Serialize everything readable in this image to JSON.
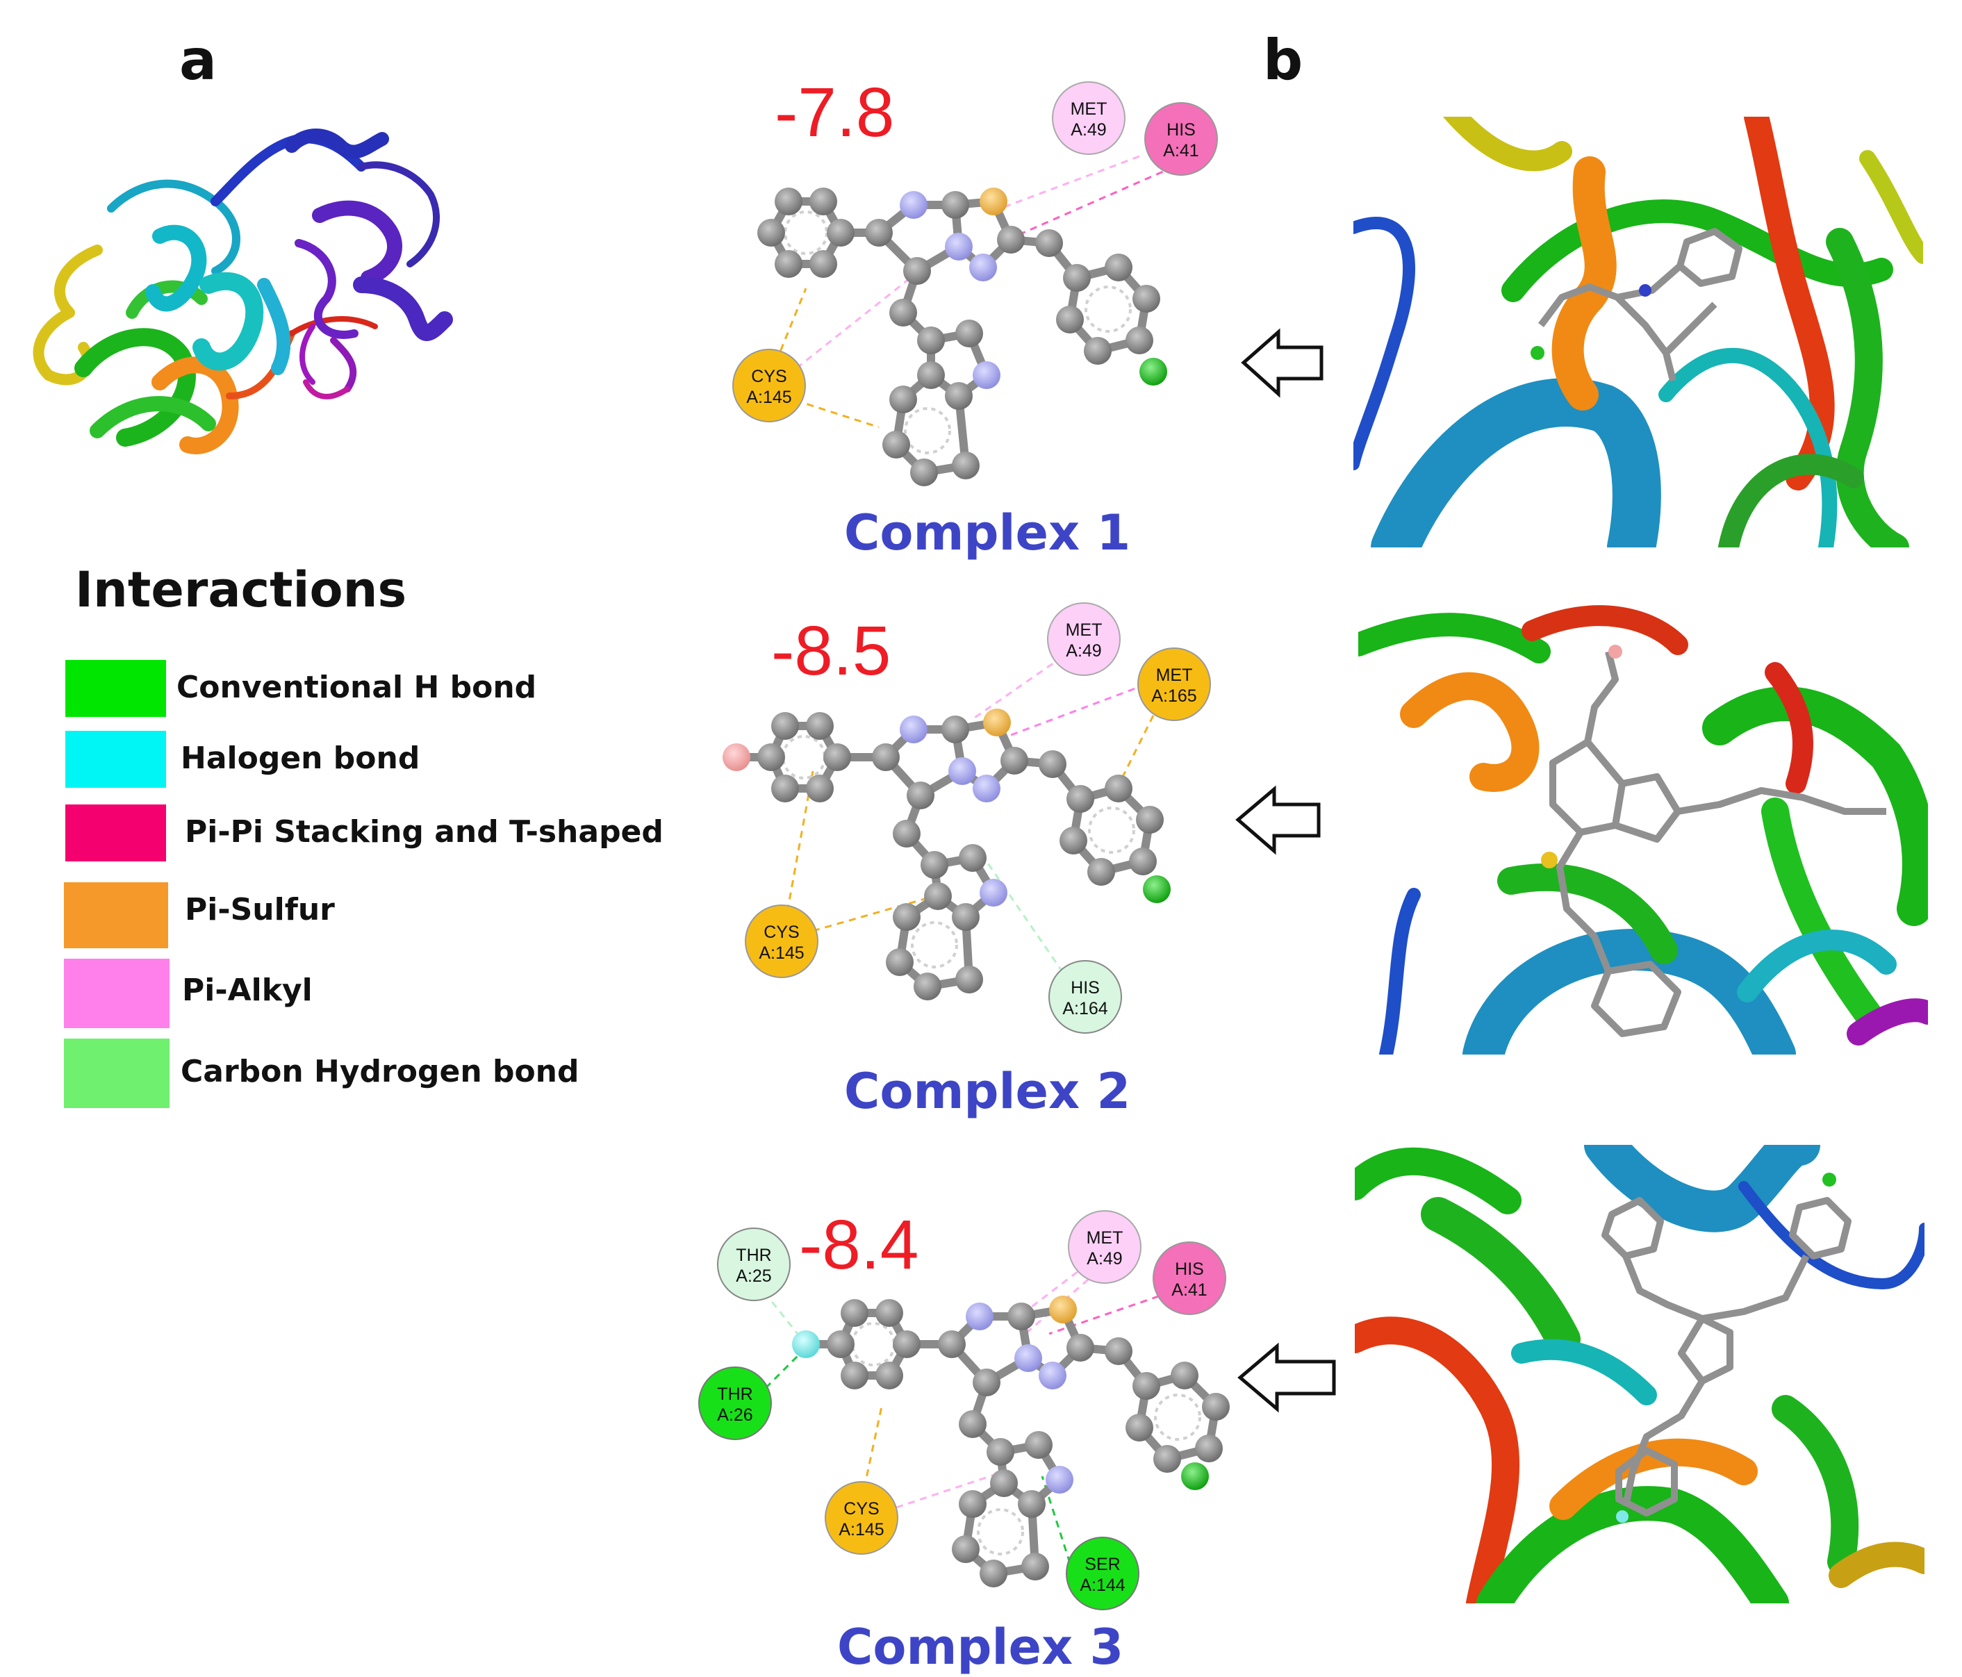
{
  "panel_labels": {
    "a": "a",
    "b": "b"
  },
  "legend": {
    "title": "Interactions",
    "items": [
      {
        "label": "Conventional H bond",
        "color": "#00e600"
      },
      {
        "label": "Halogen bond",
        "color": "#00f5f5"
      },
      {
        "label": "Pi-Pi Stacking and T-shaped",
        "color": "#f5006f"
      },
      {
        "label": "Pi-Sulfur",
        "color": "#f5992a"
      },
      {
        "label": "Pi-Alkyl",
        "color": "#ff80ea"
      },
      {
        "label": "Carbon Hydrogen bond",
        "color": "#6ff06f"
      }
    ]
  },
  "complexes": [
    {
      "label": "Complex 1",
      "energy": "-7.8",
      "residues": [
        {
          "name": "MET",
          "id": "A:49",
          "type": "pi-alkyl"
        },
        {
          "name": "HIS",
          "id": "A:41",
          "type": "pi-pi"
        },
        {
          "name": "CYS",
          "id": "A:145",
          "type": "pi-sulfur"
        }
      ]
    },
    {
      "label": "Complex 2",
      "energy": "-8.5",
      "residues": [
        {
          "name": "MET",
          "id": "A:49",
          "type": "pi-alkyl"
        },
        {
          "name": "MET",
          "id": "A:165",
          "type": "pi-sulfur"
        },
        {
          "name": "CYS",
          "id": "A:145",
          "type": "pi-sulfur"
        },
        {
          "name": "HIS",
          "id": "A:164",
          "type": "carbon-hydrogen"
        }
      ]
    },
    {
      "label": "Complex 3",
      "energy": "-8.4",
      "residues": [
        {
          "name": "THR",
          "id": "A:25",
          "type": "carbon-hydrogen"
        },
        {
          "name": "THR",
          "id": "A:26",
          "type": "h-bond"
        },
        {
          "name": "MET",
          "id": "A:49",
          "type": "pi-alkyl"
        },
        {
          "name": "HIS",
          "id": "A:41",
          "type": "pi-pi"
        },
        {
          "name": "CYS",
          "id": "A:145",
          "type": "pi-sulfur"
        },
        {
          "name": "SER",
          "id": "A:144",
          "type": "h-bond"
        }
      ]
    }
  ],
  "colors": {
    "atom_carbon": "#8a8a8a",
    "atom_nitrogen": "#a8a8ee",
    "atom_sulfur": "#f2b24a",
    "atom_chlorine": "#22c022",
    "atom_bromine": "#f2a3a3",
    "atom_fluorine": "#7fe8e8",
    "energy_text": "#ee1c25",
    "complex_label": "#3d45c6"
  }
}
